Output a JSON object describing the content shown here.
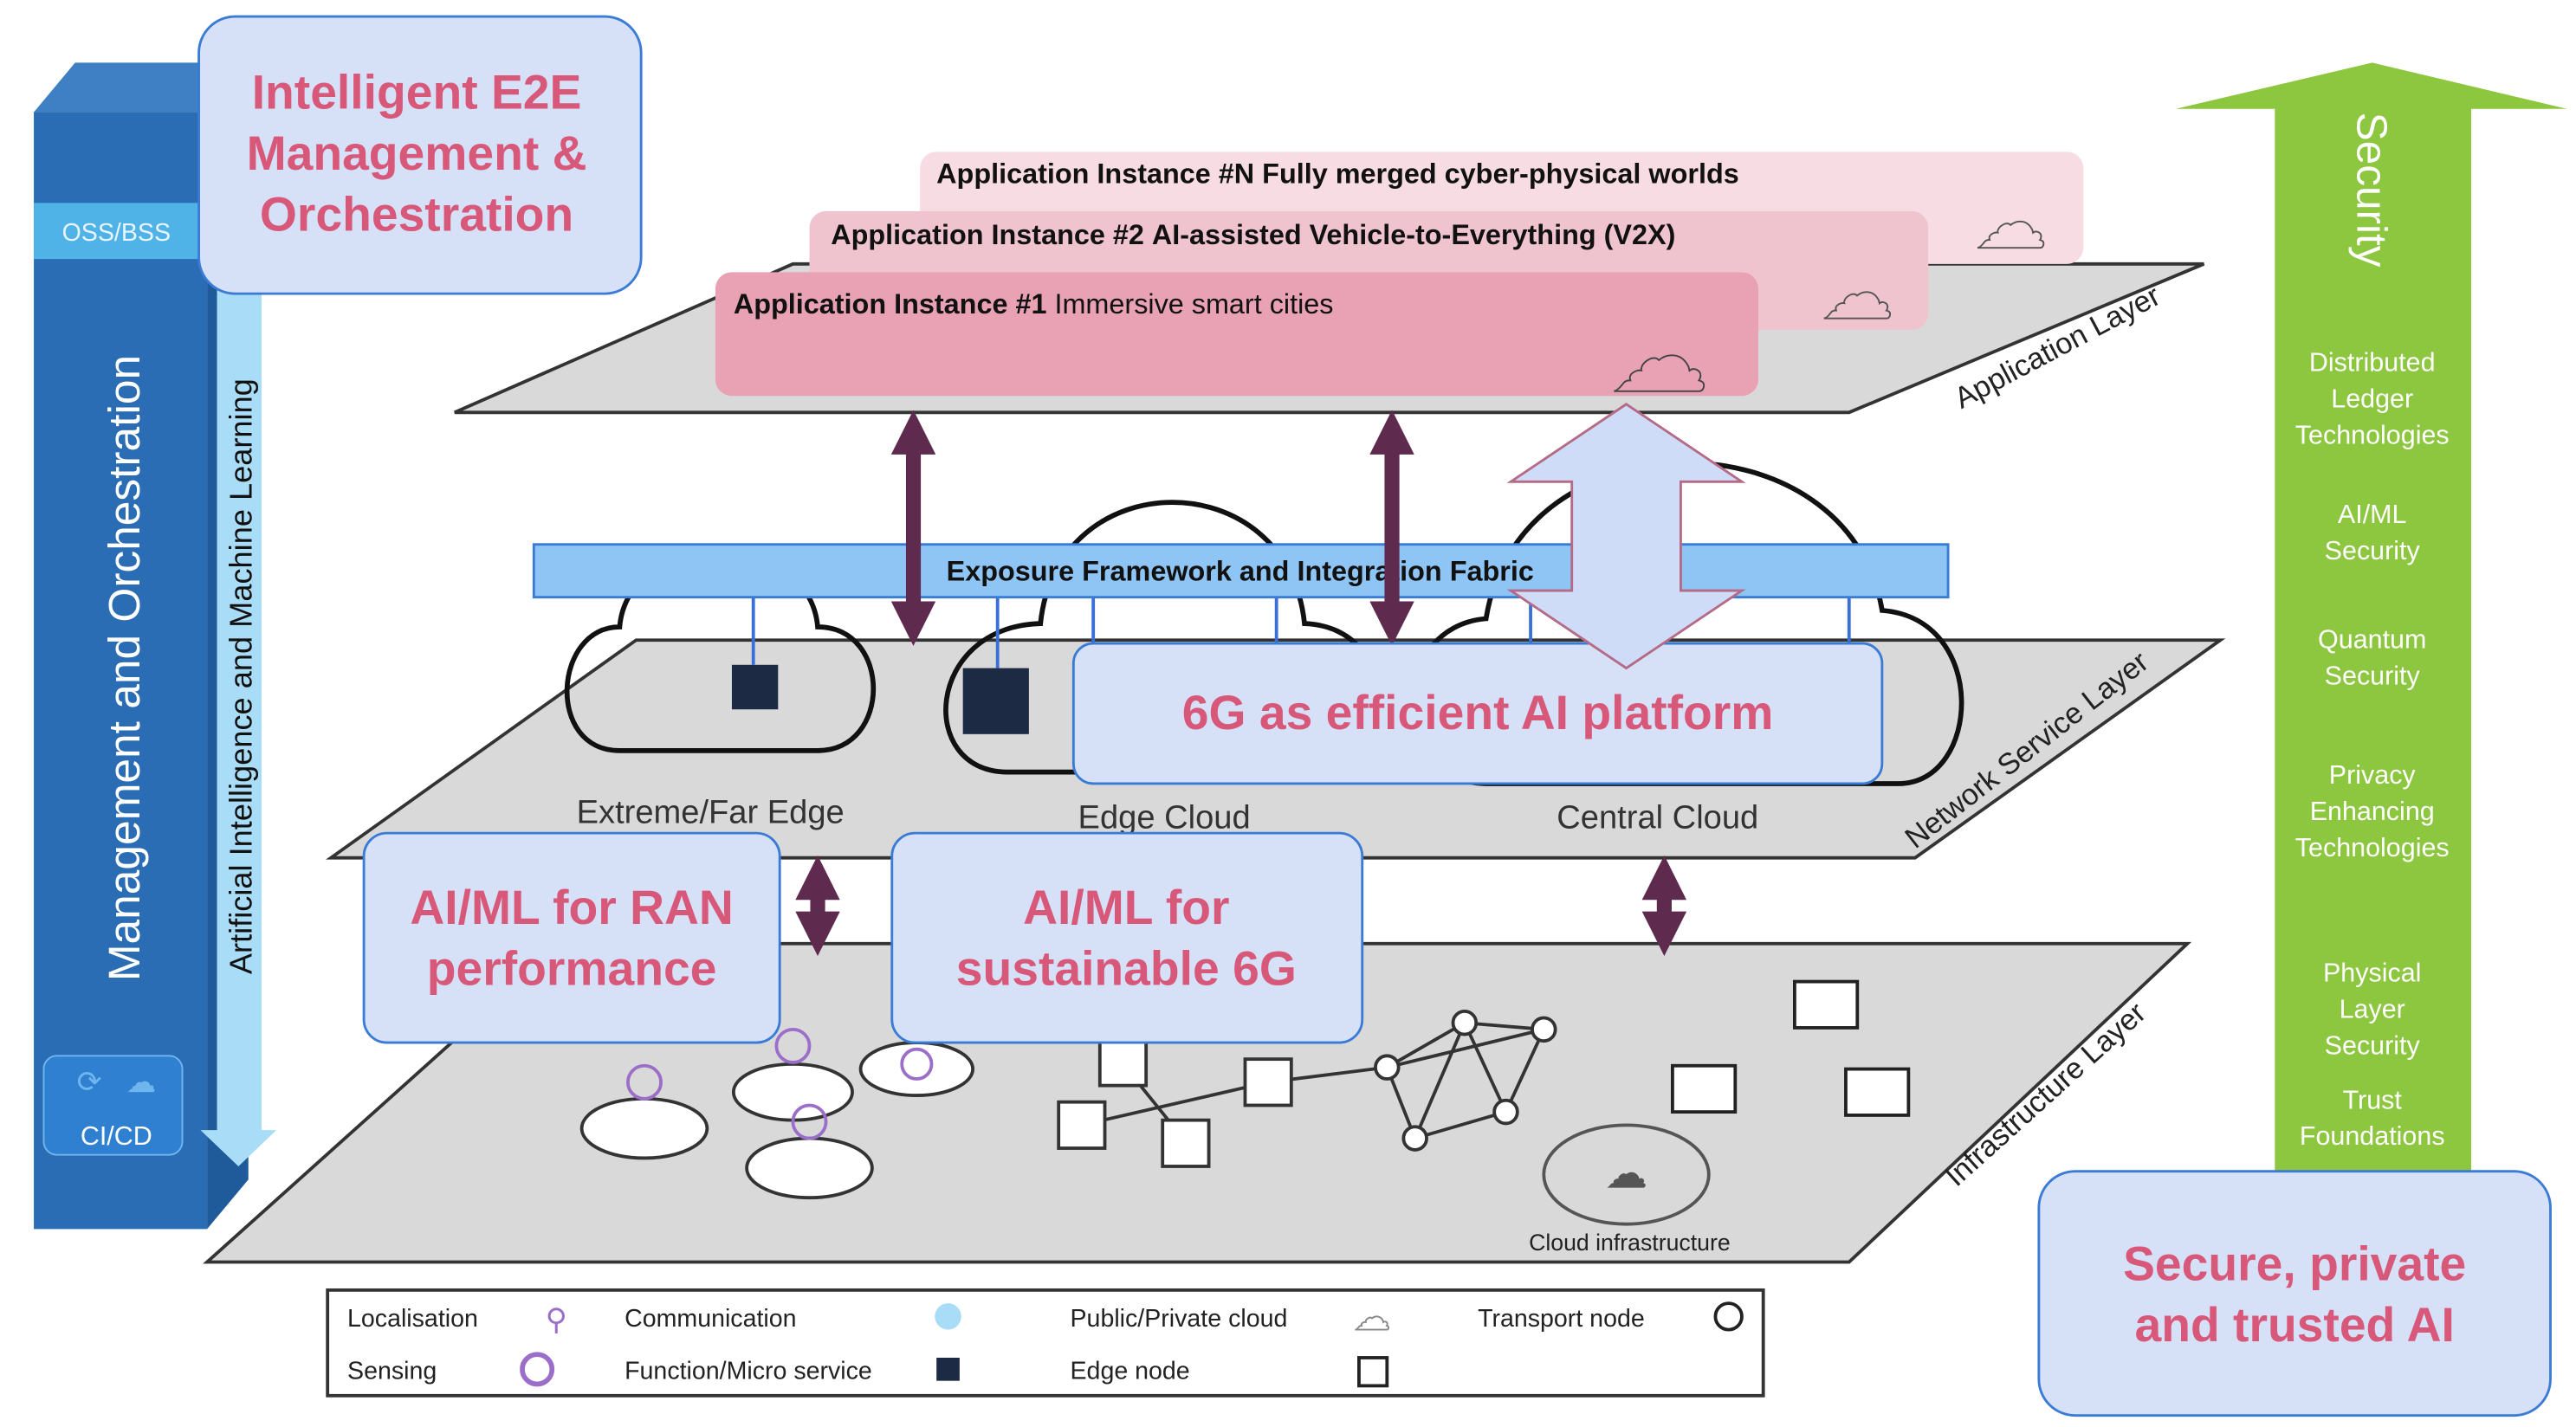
{
  "callouts": {
    "e2e": [
      "Intelligent E2E",
      "Management &",
      "Orchestration"
    ],
    "platform": "6G as efficient AI  platform",
    "ran": [
      "AI/ML for RAN",
      "performance"
    ],
    "sustainable": [
      "AI/ML for",
      "sustainable 6G"
    ],
    "secure": [
      "Secure, private",
      "and trusted AI"
    ]
  },
  "left_panel": {
    "oss_bss": "OSS/BSS",
    "title": "Management and Orchestration",
    "ai_ml": "Artificial Intelligence and Machine Learning",
    "cicd": "CI/CD"
  },
  "application_layer": {
    "label": "Application Layer",
    "instances": [
      {
        "prefix": "Application Instance #N",
        "name": "Fully merged cyber-physical worlds"
      },
      {
        "prefix": "Application Instance #2",
        "name": "AI-assisted Vehicle-to-Everything (V2X)"
      },
      {
        "prefix": "Application Instance #1",
        "name": "Immersive smart cities"
      }
    ]
  },
  "network_layer": {
    "label": "Network Service Layer",
    "fabric": "Exposure Framework and Integration Fabric",
    "sites": [
      "Extreme/Far Edge",
      "Edge Cloud",
      "Central Cloud"
    ]
  },
  "infrastructure_layer": {
    "label": "Infrastructure Layer",
    "cloud_infra": "Cloud infrastructure"
  },
  "security": {
    "title": "Security",
    "items": [
      [
        "Distributed",
        "Ledger",
        "Technologies"
      ],
      [
        "AI/ML",
        "Security"
      ],
      [
        "Quantum",
        "Security"
      ],
      [
        "Privacy",
        "Enhancing",
        "Technologies"
      ],
      [
        "Physical",
        "Layer",
        "Security"
      ],
      [
        "Trust",
        "Foundations"
      ]
    ]
  },
  "legend": {
    "items": [
      "Localisation",
      "Communication",
      "Public/Private cloud",
      "Transport node",
      "Sensing",
      "Function/Micro service",
      "Edge node"
    ]
  },
  "colors": {
    "callout_text": "#d8587a",
    "callout_fill": "#d6e0f7",
    "mgmt_blue": "#2a6db5",
    "security_green": "#8dc63f",
    "arrow_purple": "#5e2a4e",
    "fabric_blue": "#8ec5f5"
  }
}
